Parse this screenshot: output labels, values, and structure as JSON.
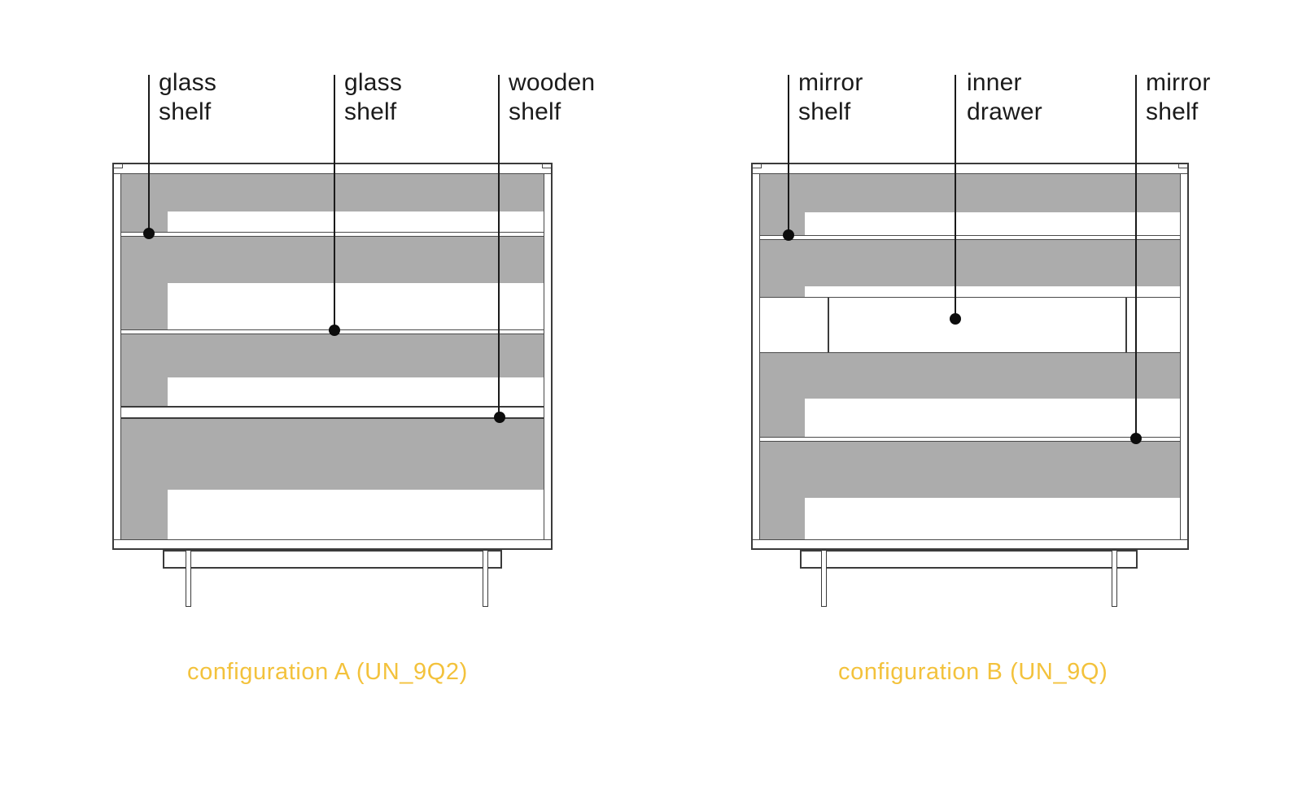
{
  "diagram": {
    "background": "#ffffff",
    "colors": {
      "shadow_gray": "#acacac",
      "line": "#3b3b3b",
      "callout": "#0d0d0d",
      "label_text": "#1b1b1b",
      "caption_yellow": "#f3c23c"
    },
    "cabinet_a": {
      "caption": "configuration A (UN_9Q2)",
      "callouts": [
        {
          "line1": "glass",
          "line2": "shelf"
        },
        {
          "line1": "glass",
          "line2": "shelf"
        },
        {
          "line1": "wooden",
          "line2": "shelf"
        }
      ]
    },
    "cabinet_b": {
      "caption": "configuration B (UN_9Q)",
      "callouts": [
        {
          "line1": "mirror",
          "line2": "shelf"
        },
        {
          "line1": "inner",
          "line2": "drawer"
        },
        {
          "line1": "mirror",
          "line2": "shelf"
        }
      ]
    }
  }
}
